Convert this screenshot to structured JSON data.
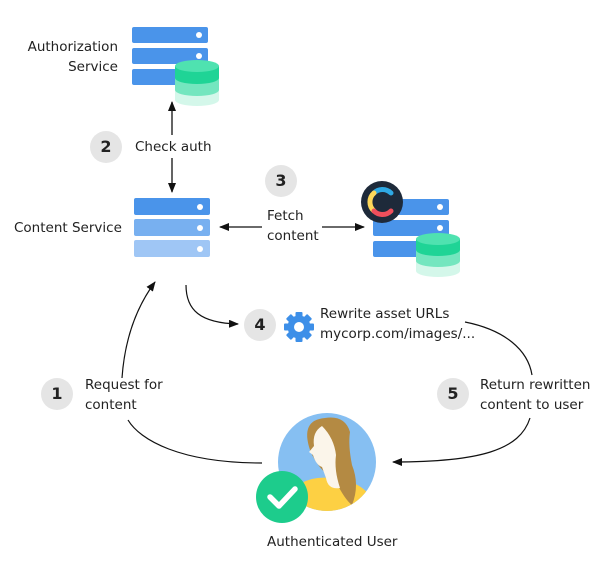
{
  "nodes": {
    "auth_service": {
      "label_line1": "Authorization",
      "label_line2": "Service"
    },
    "content_service": {
      "label": "Content Service"
    },
    "user": {
      "label": "Authenticated User"
    }
  },
  "steps": [
    {
      "number": "1",
      "line1": "Request for",
      "line2": "content"
    },
    {
      "number": "2",
      "line1": "Check auth"
    },
    {
      "number": "3",
      "line1": "Fetch",
      "line2": "content"
    },
    {
      "number": "4",
      "line1": "Rewrite asset URLs",
      "line2": "mycorp.com/images/..."
    },
    {
      "number": "5",
      "line1": "Return rewritten",
      "line2": "content to user"
    }
  ],
  "colors": {
    "server_blue": "#4a94ea",
    "server_mid": "#78b0f0",
    "server_light": "#9fc6f5",
    "db_green": "#21d49a",
    "badge_gray": "#e5e5e5",
    "check_green": "#1dcc8c",
    "gear_blue": "#3d8fe8"
  }
}
